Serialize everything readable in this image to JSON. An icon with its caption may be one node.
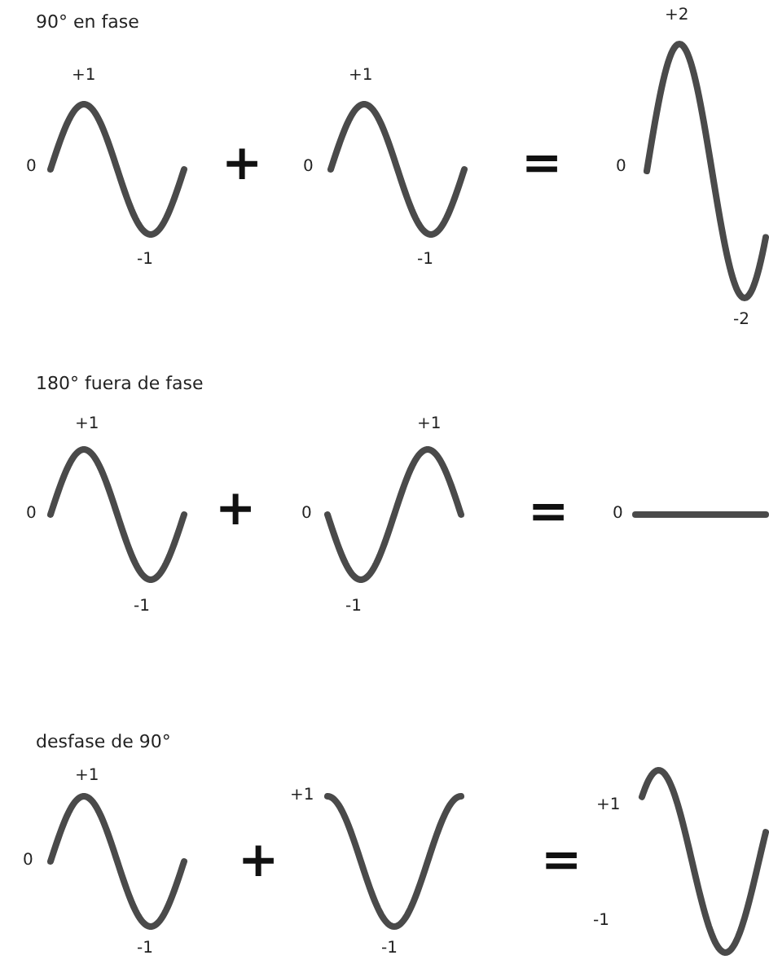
{
  "diagram": {
    "labels": [
      "90° en fase",
      "+1",
      "0",
      "-1",
      "+",
      "+1",
      "0",
      "-1",
      "=",
      "+2",
      "0",
      "-2",
      "180° fuera de fase",
      "+1",
      "0",
      "-1",
      "+",
      "0",
      "-1",
      "+1",
      "=",
      "0",
      "desfase de 90°",
      "+1",
      "0",
      "-1",
      "+",
      "+1",
      "-1",
      "=",
      "+1",
      "-1"
    ]
  }
}
